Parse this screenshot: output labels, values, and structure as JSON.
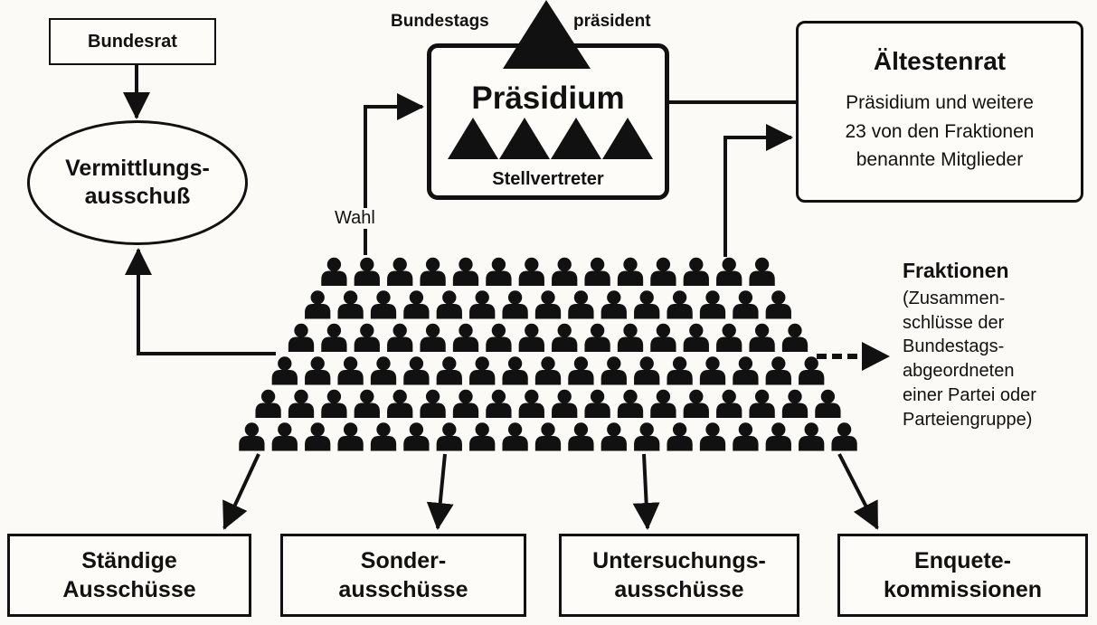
{
  "bundesrat": {
    "label": "Bundesrat"
  },
  "vermittlung": {
    "line1": "Vermittlungs-",
    "line2": "ausschuß"
  },
  "praesidium": {
    "title": "Präsidium",
    "president_left": "Bundestags",
    "president_right": "präsident",
    "deputies_label": "Stellvertreter",
    "deputies_count": 4
  },
  "aeltestenrat": {
    "title": "Ältestenrat",
    "line1": "Präsidium und weitere",
    "line2": "23 von den Fraktionen",
    "line3": "benannte Mitglieder"
  },
  "wahl_label": "Wahl",
  "fraktionen": {
    "title": "Fraktionen",
    "lines": [
      "(Zusammen-",
      "schlüsse der",
      "Bundestags-",
      "abgeordneten",
      "einer Partei oder",
      "Parteiengruppe)"
    ]
  },
  "plenum": {
    "rows": [
      14,
      15,
      16,
      17,
      18,
      19
    ]
  },
  "committees": [
    {
      "line1": "Ständige",
      "line2": "Ausschüsse"
    },
    {
      "line1": "Sonder-",
      "line2": "ausschüsse"
    },
    {
      "line1": "Untersuchungs-",
      "line2": "ausschüsse"
    },
    {
      "line1": "Enquete-",
      "line2": "kommissionen"
    }
  ]
}
